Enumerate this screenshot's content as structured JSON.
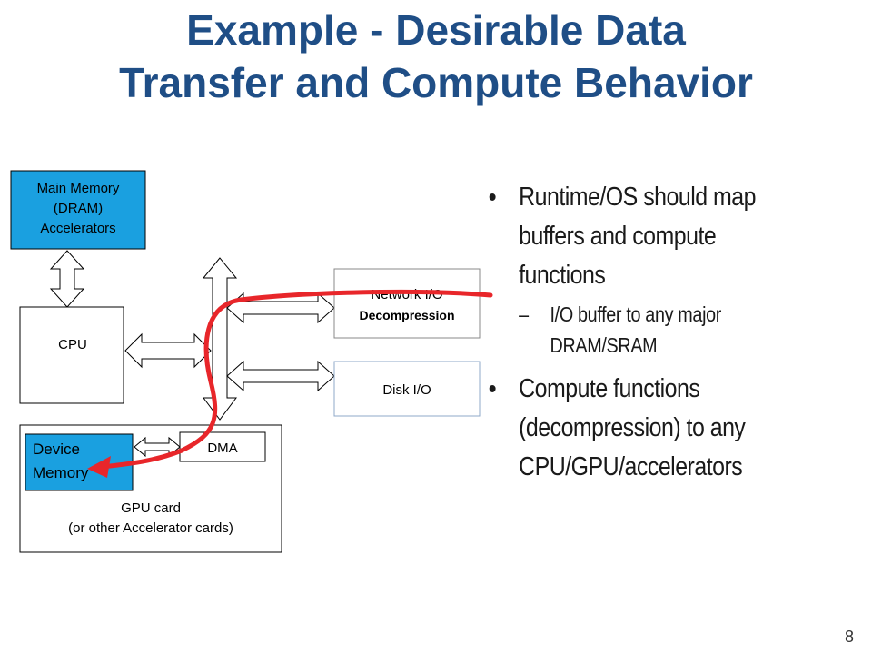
{
  "title": {
    "line1": "Example - Desirable Data",
    "line2": "Transfer and Compute Behavior"
  },
  "diagram": {
    "main_memory": [
      "Main Memory",
      "(DRAM)",
      "Accelerators"
    ],
    "cpu": "CPU",
    "network_io": "Network I/O",
    "decompression": "Decompression",
    "disk_io": "Disk I/O",
    "dma": "DMA",
    "device_memory": [
      "Device",
      "Memory"
    ],
    "gpu_card": [
      "GPU card",
      "(or other Accelerator cards)"
    ],
    "colors": {
      "memory_fill": "#1aa0e0",
      "path_red": "#e8262a",
      "title_blue": "#1f4e86"
    }
  },
  "bullets": [
    {
      "text": "Runtime/OS should map buffers and compute functions",
      "lines": [
        "Runtime/OS should map",
        "buffers and compute",
        "functions"
      ],
      "subs": [
        {
          "lines": [
            "I/O buffer to any major",
            "DRAM/SRAM"
          ]
        }
      ]
    },
    {
      "text": "Compute functions (decompression) to any CPU/GPU/accelerators",
      "lines": [
        "Compute functions",
        "(decompression) to any",
        "CPU/GPU/accelerators"
      ],
      "subs": []
    }
  ],
  "page_number": "8"
}
